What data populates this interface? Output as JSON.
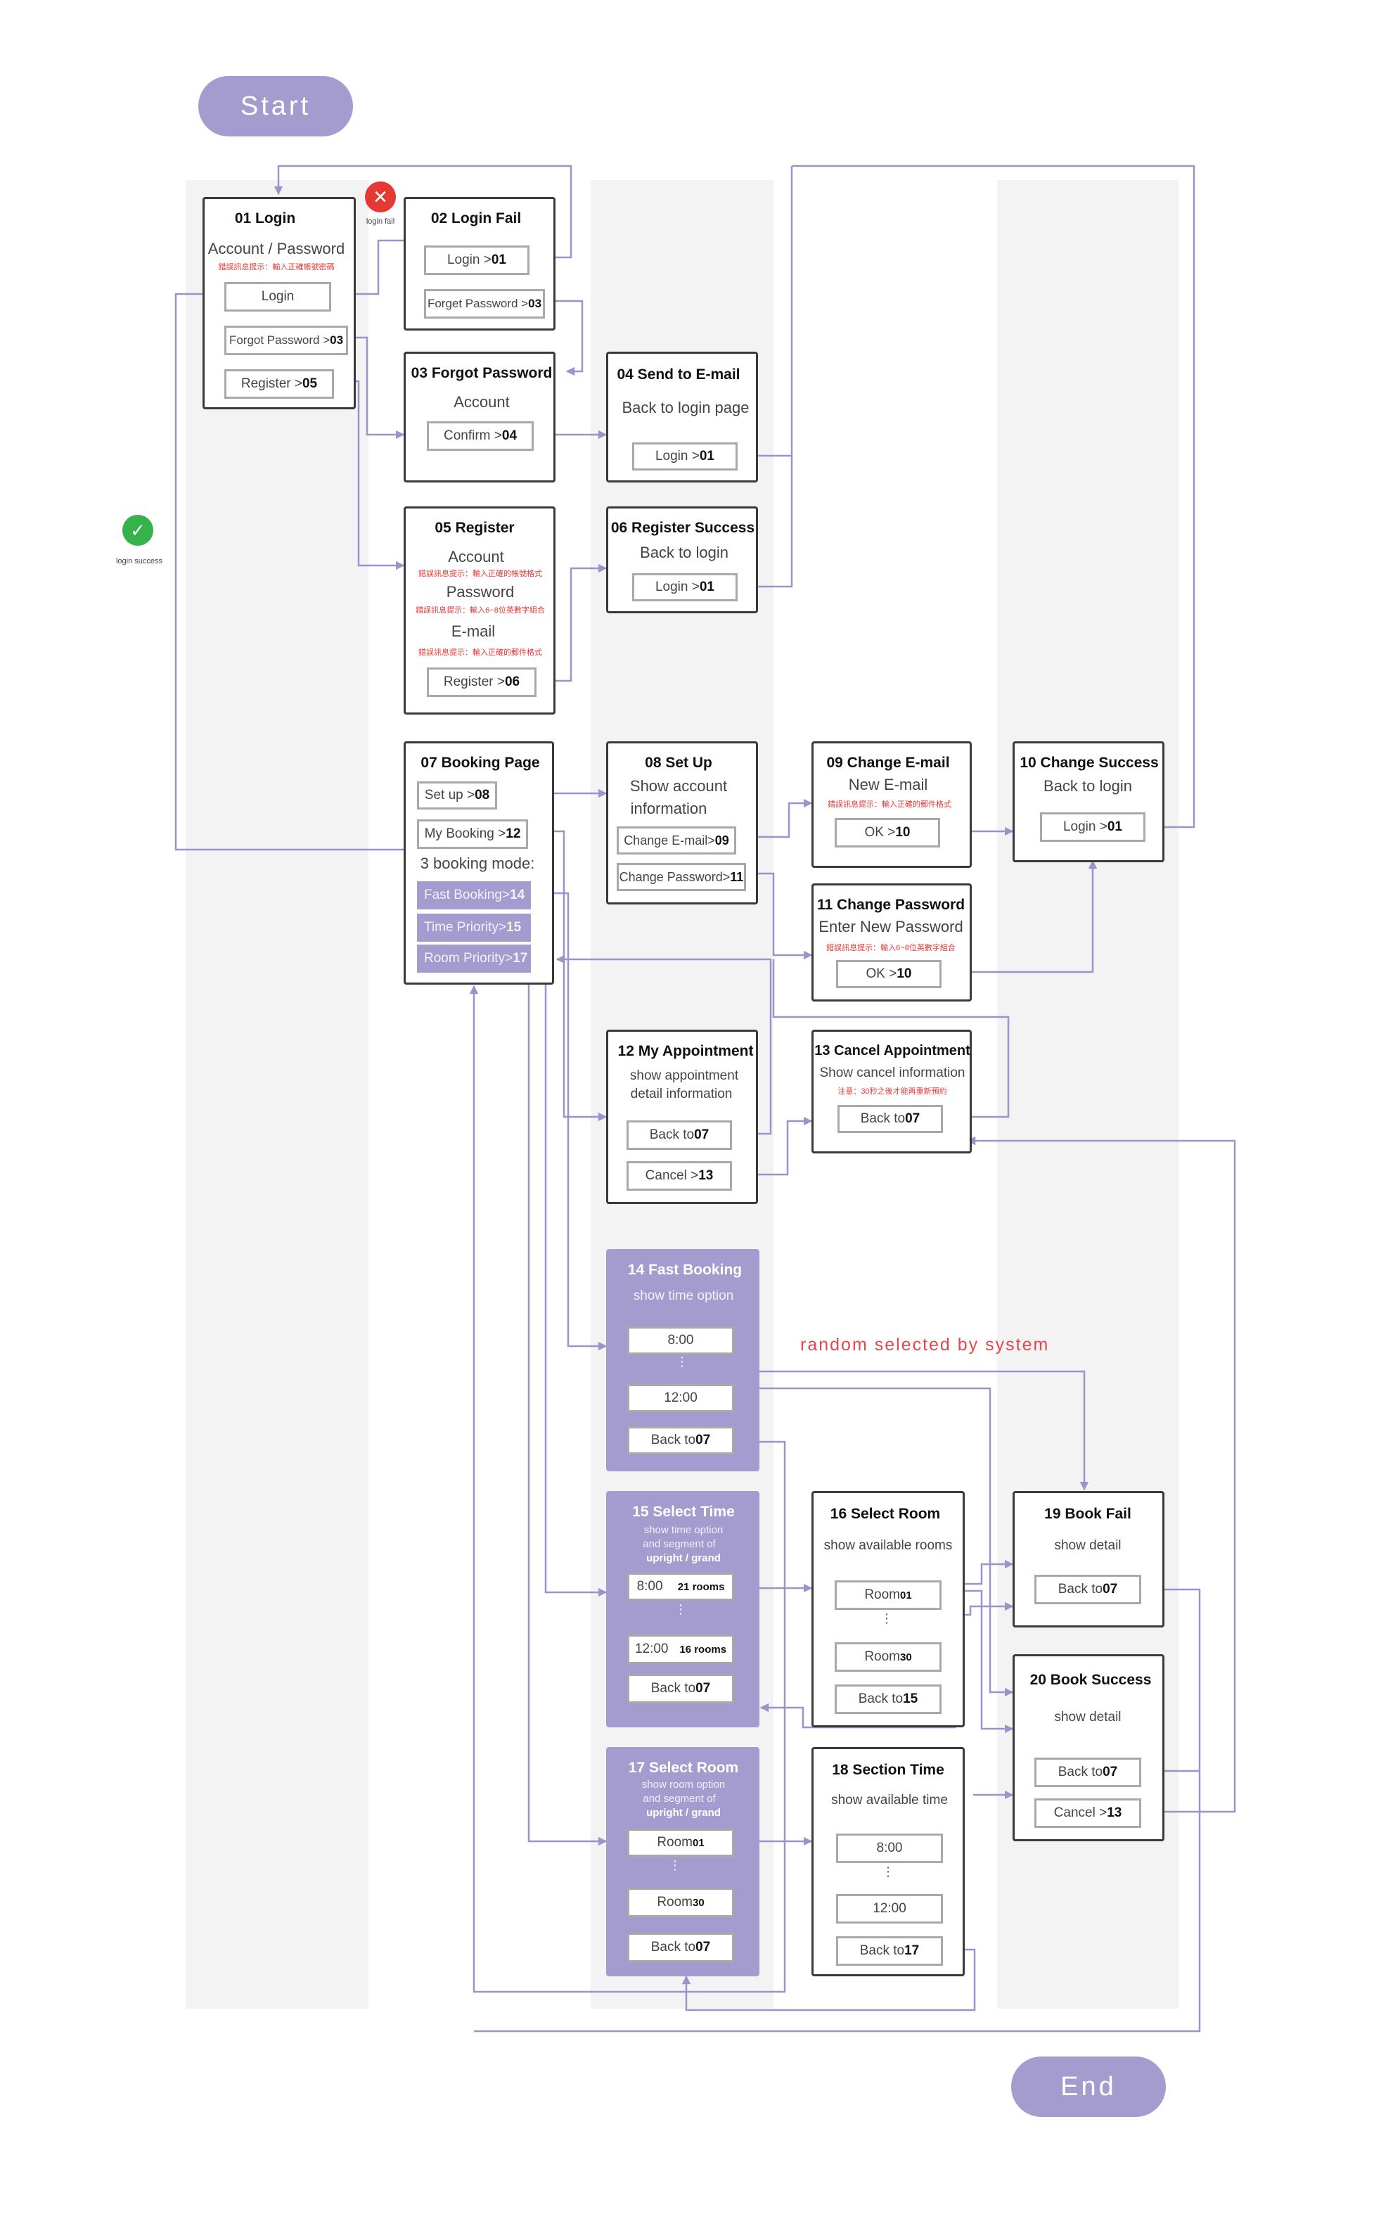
{
  "start_label": "Start",
  "end_label": "End",
  "status": {
    "fail_label": "login fail",
    "success_label": "login success"
  },
  "note_random": "random selected by system",
  "colors": {
    "accent_purple": "#a49bcf",
    "connector": "#9b93c9",
    "note_red": "#e8464d",
    "fail_red": "#e53935",
    "success_green": "#34b34a",
    "column_bg": "#f3f3f3"
  },
  "nodes": {
    "n01": {
      "title": "01 Login",
      "line1": "Account / Password",
      "hint": "錯誤訊息提示：輸入正確帳號密碼",
      "b1": "Login",
      "b2a": "Forgot Password > ",
      "b2b": "03",
      "b3a": "Register > ",
      "b3b": "05"
    },
    "n02": {
      "title": "02 Login Fail",
      "b1a": "Login > ",
      "b1b": "01",
      "b2a": "Forget Password > ",
      "b2b": "03"
    },
    "n03": {
      "title": "03 Forgot Password",
      "line1": "Account",
      "b1a": "Confirm > ",
      "b1b": "04"
    },
    "n04": {
      "title": "04 Send to E-mail",
      "line1": "Back to login page",
      "b1a": "Login > ",
      "b1b": "01"
    },
    "n05": {
      "title": "05 Register",
      "line1": "Account",
      "hint1": "錯誤訊息提示：輸入正確的帳號格式",
      "line2": "Password",
      "hint2": "錯誤訊息提示：輸入6~8位英數字組合",
      "line3": "E-mail",
      "hint3": "錯誤訊息提示：輸入正確的郵件格式",
      "b1a": "Register > ",
      "b1b": "06"
    },
    "n06": {
      "title": "06 Register Success",
      "line1": "Back to login",
      "b1a": "Login > ",
      "b1b": "01"
    },
    "n07": {
      "title": "07 Booking Page",
      "b1a": "Set up > ",
      "b1b": "08",
      "b2a": "My Booking > ",
      "b2b": "12",
      "line1": "3 booking mode:",
      "p1a": "Fast Booking>",
      "p1b": "14",
      "p2a": "Time Priority>",
      "p2b": "15",
      "p3a": "Room Priority>",
      "p3b": "17"
    },
    "n08": {
      "title": "08 Set Up",
      "line1": "Show account",
      "line2": "information",
      "b1a": "Change  E-mail>",
      "b1b": "09",
      "b2a": "Change Password>",
      "b2b": "11"
    },
    "n09": {
      "title": "09 Change E-mail",
      "line1": "New E-mail",
      "hint": "錯誤訊息提示：輸入正確的郵件格式",
      "b1a": "OK  > ",
      "b1b": "10"
    },
    "n10": {
      "title": "10 Change Success",
      "line1": "Back to login",
      "b1a": "Login > ",
      "b1b": "01"
    },
    "n11": {
      "title": "11 Change Password",
      "line1": "Enter New Password",
      "hint": "錯誤訊息提示：輸入6~8位英數字組合",
      "b1a": "OK  > ",
      "b1b": "10"
    },
    "n12": {
      "title": "12 My Appointment",
      "line1": "show appointment",
      "line2": "detail information",
      "b1a": "Back to ",
      "b1b": "07",
      "b2a": "Cancel > ",
      "b2b": "13"
    },
    "n13": {
      "title": "13 Cancel Appointment",
      "line1": "Show cancel information",
      "hint": "注意：30秒之後才能再重新預約",
      "b1a": "Back to ",
      "b1b": "07"
    },
    "n14": {
      "title": "14 Fast Booking",
      "line1": "show time option",
      "b1": "8:00",
      "b2": "12:00",
      "b3a": "Back to ",
      "b3b": "07"
    },
    "n15": {
      "title": "15 Select Time",
      "s1": "show time option",
      "s2": "and segment of",
      "s3": "upright / grand",
      "b1a": "8:00",
      "b1b": "21 rooms",
      "b2a": "12:00",
      "b2b": "16 rooms",
      "b3a": "Back to ",
      "b3b": "07"
    },
    "n16": {
      "title": "16 Select Room",
      "line1": "show available rooms",
      "b1a": "Room  ",
      "b1b": "01",
      "b2a": "Room  ",
      "b2b": "30",
      "b3a": "Back to ",
      "b3b": "15"
    },
    "n17": {
      "title": "17 Select Room",
      "s1": "show room option",
      "s2": "and segment of",
      "s3": "upright / grand",
      "b1a": "Room  ",
      "b1b": "01",
      "b2a": "Room  ",
      "b2b": "30",
      "b3a": "Back to ",
      "b3b": "07"
    },
    "n18": {
      "title": "18 Section Time",
      "line1": "show available time",
      "b1": "8:00",
      "b2": "12:00",
      "b3a": "Back to ",
      "b3b": "17"
    },
    "n19": {
      "title": "19 Book Fail",
      "line1": "show detail",
      "b1a": "Back to ",
      "b1b": "07"
    },
    "n20": {
      "title": "20 Book Success",
      "line1": "show detail",
      "b1a": "Back to ",
      "b1b": "07",
      "b2a": "Cancel  > ",
      "b2b": "13"
    }
  }
}
